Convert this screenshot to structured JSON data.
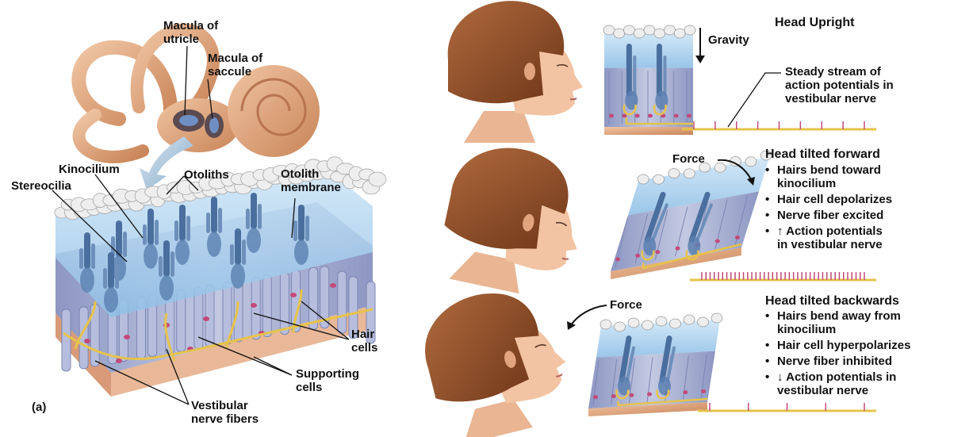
{
  "panel_a": {
    "panel_label": "(a)",
    "labels": {
      "macula_utricle": "Macula of\nutricle",
      "macula_saccule": "Macula of\nsaccule",
      "kinocilium": "Kinocilium",
      "stereocilia": "Stereocilia",
      "otoliths": "Otoliths",
      "otolith_membrane": "Otolith\nmembrane",
      "hair_cells": "Hair\ncells",
      "supporting_cells": "Supporting\ncells",
      "vestibular_nerve_fibers": "Vestibular\nnerve fibers"
    }
  },
  "upright": {
    "title": "Head Upright",
    "gravity": "Gravity",
    "note": "Steady stream of\naction potentials in\nvestibular nerve",
    "spike_count": 9
  },
  "forward": {
    "title": "Head tilted forward",
    "force": "Force",
    "bullets": [
      "Hairs bend toward\nkinocilium",
      "Hair cell depolarizes",
      "Nerve fiber excited",
      "↑ Action potentials\nin vestibular nerve"
    ],
    "spike_count": 40
  },
  "backward": {
    "title": "Head tilted backwards",
    "force": "Force",
    "bullets": [
      "Hairs bend away from\nkinocilium",
      "Hair cell hyperpolarizes",
      "Nerve fiber inhibited",
      "↓ Action potentials in\nvestibular nerve"
    ],
    "spike_count": 5
  },
  "colors": {
    "skin": "#f2c4a3",
    "hair": "#8a4a2a",
    "membrane": "#a9d0ee",
    "cell": "#a9b2d4",
    "cilia": "#4a6f9e",
    "nerve": "#e6c34a",
    "otolith": "#eeeeee",
    "bone": "#e0a57d"
  }
}
